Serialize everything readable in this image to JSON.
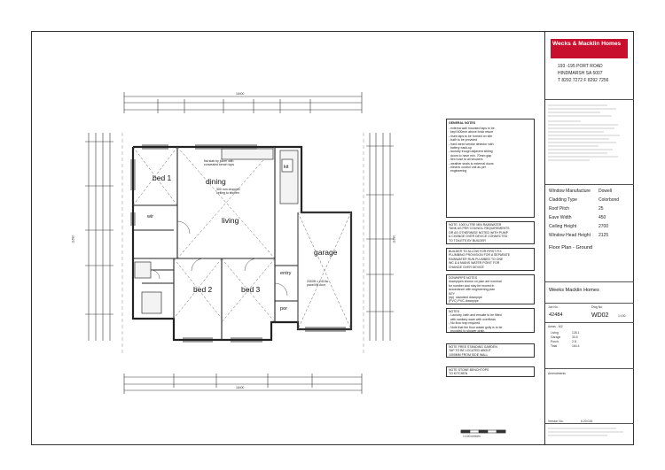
{
  "title_block": {
    "company": "Wecks & Macklin Homes",
    "address_1": "193 -195 PORT ROAD",
    "address_2": "HINDMARSH SA 5007",
    "phone": "T 8292 7272  F 8292 7256",
    "specs": [
      {
        "label": "Window Manufacture",
        "value": "Dowell"
      },
      {
        "label": "Cladding Type",
        "value": "Colorbond"
      },
      {
        "label": "Roof Pitch",
        "value": "25"
      },
      {
        "label": "Eave Width",
        "value": "450"
      },
      {
        "label": "Ceiling Height",
        "value": "2700"
      },
      {
        "label": "Window Head Height",
        "value": "2125"
      }
    ],
    "drawing_title": "Floor Plan - Ground",
    "client": "Weeks Macklin Homes",
    "job_no_label": "Job No.",
    "job_no": "42484",
    "drawing_no_label": "Dwg No.",
    "drawing_no": "WD02",
    "scale": "1:100",
    "areas_label": "Areas - M2",
    "areas": [
      {
        "label": "Living",
        "value": "128.1"
      },
      {
        "label": "Garage",
        "value": "33.5"
      },
      {
        "label": "Porch",
        "value": "2.8"
      },
      {
        "label": "Total",
        "value": "164.4"
      }
    ],
    "amendments_label": "Amendments",
    "version_label": "Version No.",
    "version": "6.20.016"
  },
  "rooms": {
    "bed1": "bed 1",
    "dining": "dining",
    "kitchen": "kit",
    "living": "living",
    "garage": "garage",
    "bed2": "bed 2",
    "bed3": "bed 3",
    "entry": "entry",
    "wir": "wir",
    "por": "por"
  },
  "dimensions": {
    "top_overall": "16400",
    "right_overall": "11690",
    "left_overall": "11690",
    "bottom_overall": "16400"
  },
  "notes": {
    "general_title": "GENERAL NOTES",
    "general": "- externa wall mounted taps to be\n  kept 500mm above brick return\n- rises taps to be formed on site\n- bath to be provided\n- hard wired smoke detector with\n  battery back-up\n- laundry trough adjacent sliding\n  doors to have min. 70mm gap\n- flex hose to all showers\n- weather seals to external doors\n- electric control unit as per\n  engineering",
    "tank": "NOTE: 1000 LITRE MIN RAINWATER\nTANK AS PER COUNCIL REQUIREMENTS\nOR AS OTHERWISE NOTED WITH PUMP\n& CHANGE OVER DEVICE CONNECTED\nTO TOILETS BY BUILDER",
    "builder": "BUILDER TO ALLOW FOR FIRST FIX\nPLUMBING PROVISION FOR A SEPARATE\nRAINWATER RUN PLUMBED TO ONE\nWC & A MAINS WATER POINT FOR\nCHANGE OVER DEVICE",
    "downpipe": "DOWNPIPE NOTES\ndownpipes shown on plan are nominal\nfor number and may be moved in\naccordance with engineering plan\nKEY\n(dp)  standard downpipe\n(PVC) PVC downpipe",
    "notes_b": "NOTES\n- Laundry, bath and ensuite to be fitted\n  with sanitary ware with overflows\n- No floor trap required\n- Note that the floor waste gully is to be\n  provided to shower drain",
    "garden": "NOTE FREE STANDING GARDEN\nTAP TO BE LOCATED ABOUT\n1000MM FROM SIDE WALL",
    "stone": "NOTE STONE BENCHTOPS\nTO KITCHEN"
  },
  "plan_labels": {
    "cornice": "300 mm dropped\nceiling to kitchen",
    "rangehood": "flat slab by joiner with\nconcealed bench tops",
    "window": "2400H x 2410w\npanel lift door",
    "scale_bar": "1:100 metres"
  }
}
